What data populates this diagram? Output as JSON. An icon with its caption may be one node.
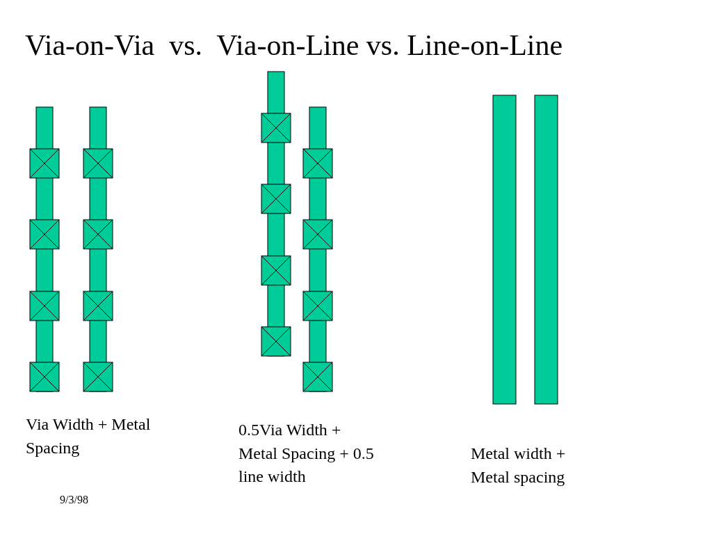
{
  "diagram": {
    "title": "Via-on-Via  vs.  Via-on-Line vs. Line-on-Line",
    "labels": [
      "Via Width + Metal Spacing",
      "0.5Via Width + Metal Spacing + 0.5 line width",
      "Metal width + Metal spacing",
      "9/3/98"
    ]
  }
}
